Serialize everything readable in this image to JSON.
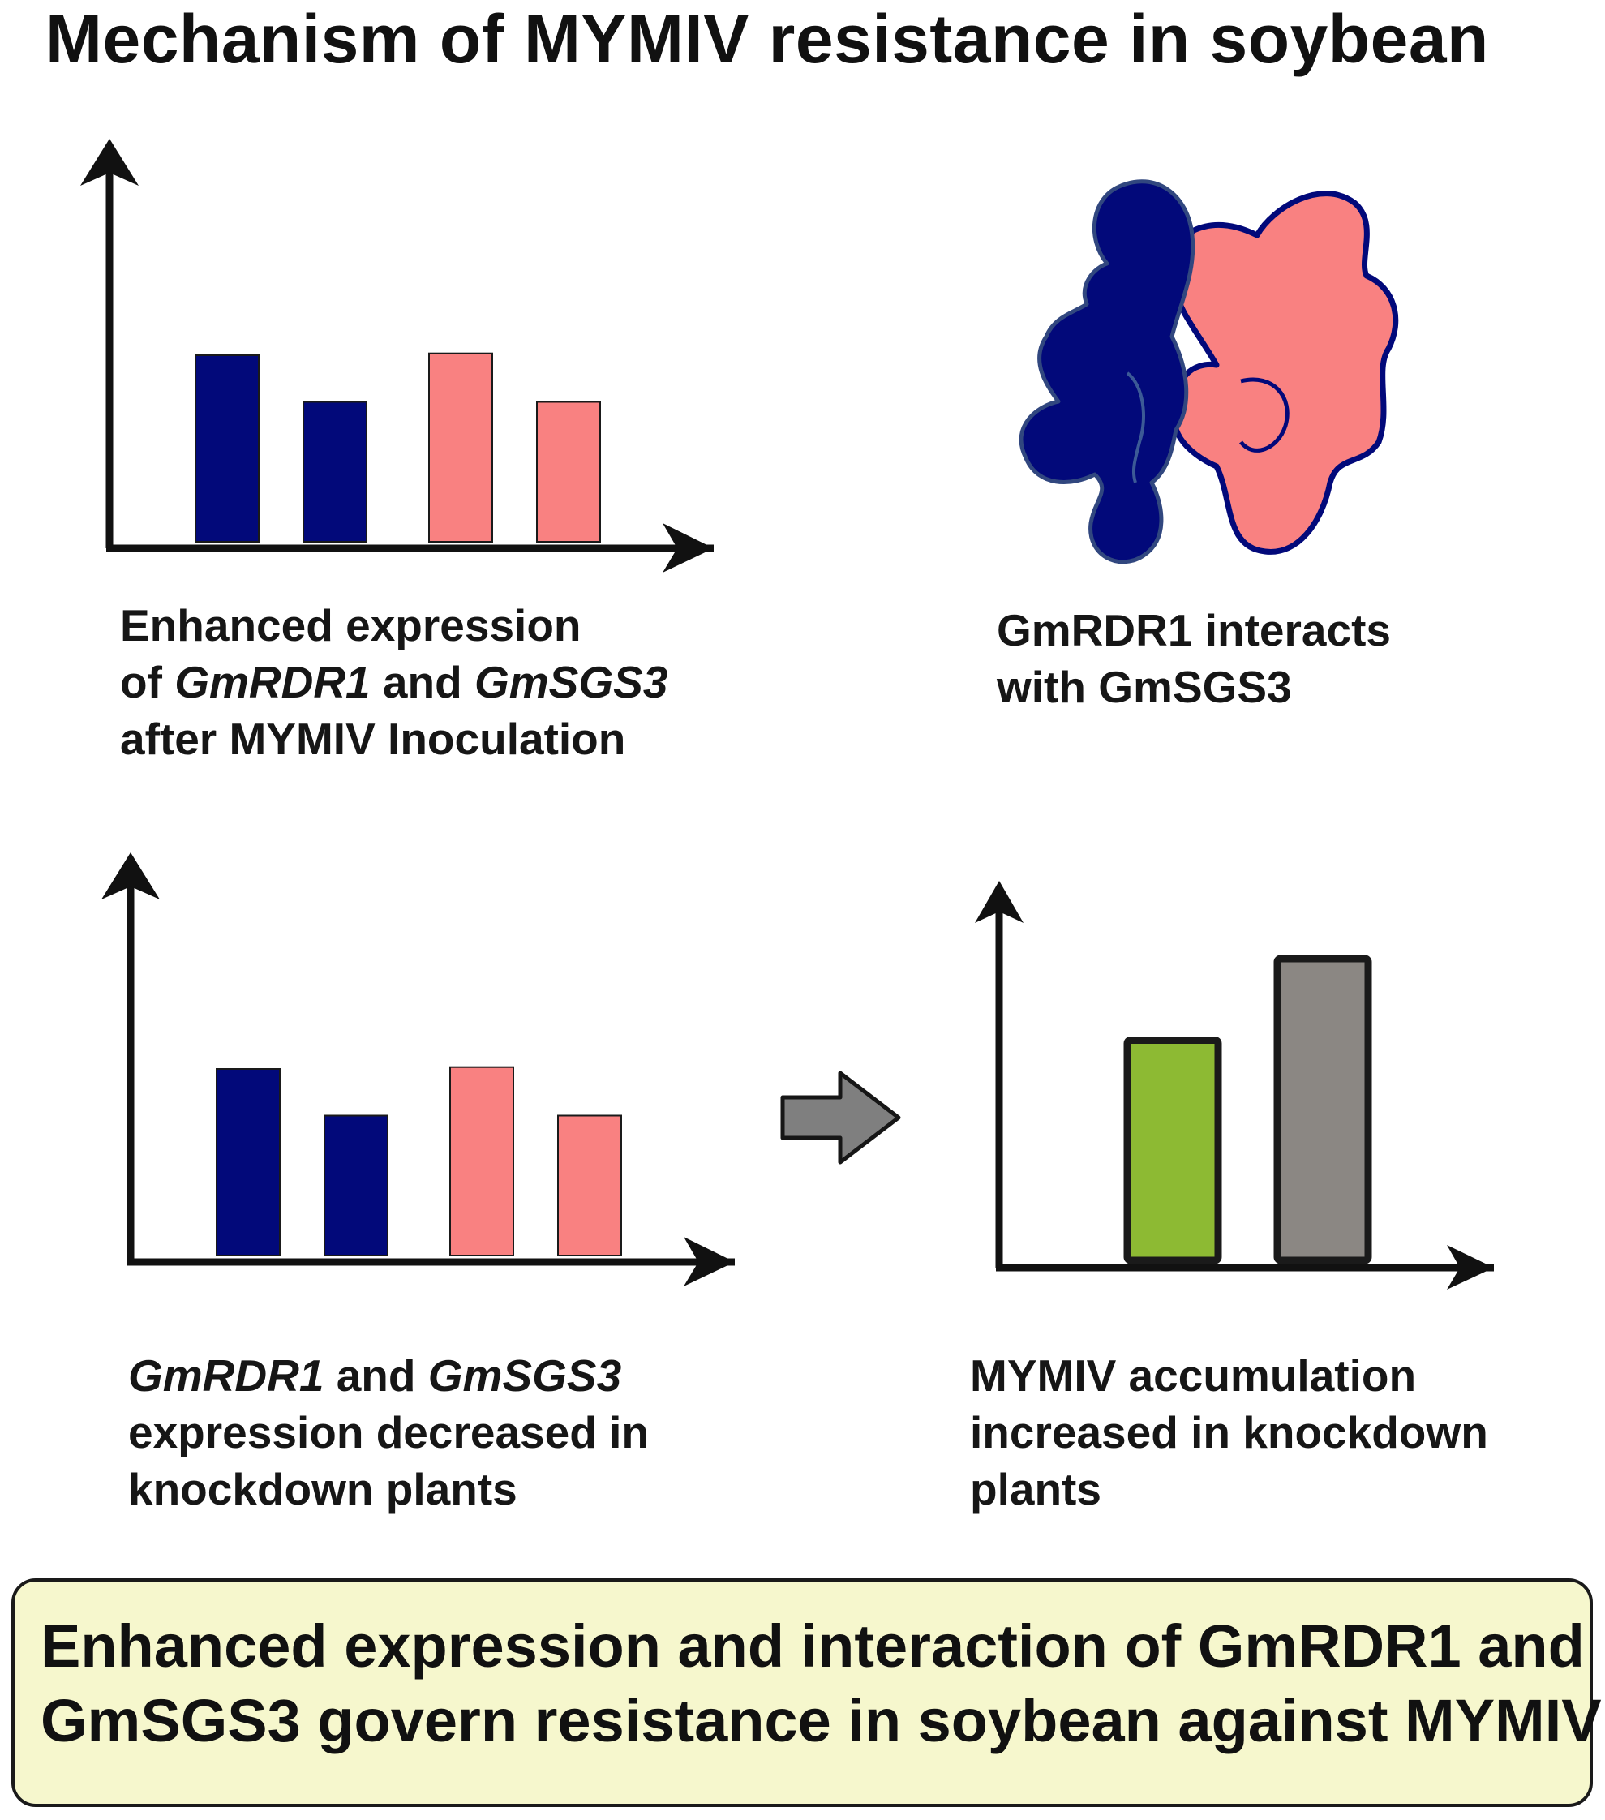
{
  "title": "Mechanism of MYMIV resistance in soybean",
  "colors": {
    "gmrdr1": "#02097a",
    "gmsgs3": "#f98181",
    "control": "#8dba33",
    "knockdown": "#8b8783",
    "axis": "#111111",
    "arrow": "#7f7f7f",
    "conclusion_bg": "#f6f7cd"
  },
  "panels": {
    "induction": {
      "caption_line1": "Enhanced expression",
      "caption_of": "of ",
      "caption_gene1": "GmRDR1",
      "caption_and": " and ",
      "caption_gene2": "GmSGS3",
      "caption_line3": "after MYMIV Inoculation"
    },
    "interaction": {
      "caption_line1": "GmRDR1 interacts",
      "caption_line2": "with GmSGS3"
    },
    "knockdown": {
      "caption_gene1": "GmRDR1",
      "caption_and": " and ",
      "caption_gene2": "GmSGS3",
      "caption_line2": "expression decreased in",
      "caption_line3": "knockdown plants"
    },
    "accumulation": {
      "caption_line1": "MYMIV accumulation",
      "caption_line2": "increased in knockdown",
      "caption_line3": "plants"
    }
  },
  "chart_data": [
    {
      "type": "bar",
      "values": [
        100,
        75,
        101,
        75
      ],
      "bar_colors": [
        "#02097a",
        "#02097a",
        "#f98181",
        "#f98181"
      ],
      "ylim": [
        0,
        105
      ]
    },
    {
      "type": "bar",
      "values": [
        100,
        75,
        101,
        75
      ],
      "bar_colors": [
        "#02097a",
        "#02097a",
        "#f98181",
        "#f98181"
      ],
      "ylim": [
        0,
        105
      ]
    },
    {
      "type": "bar",
      "values": [
        73,
        100
      ],
      "bar_colors": [
        "#8dba33",
        "#8b8783"
      ],
      "ylim": [
        0,
        105
      ]
    }
  ],
  "conclusion": {
    "line1": "Enhanced expression and interaction of GmRDR1 and",
    "line2": "GmSGS3 govern resistance in soybean against MYMIV"
  }
}
